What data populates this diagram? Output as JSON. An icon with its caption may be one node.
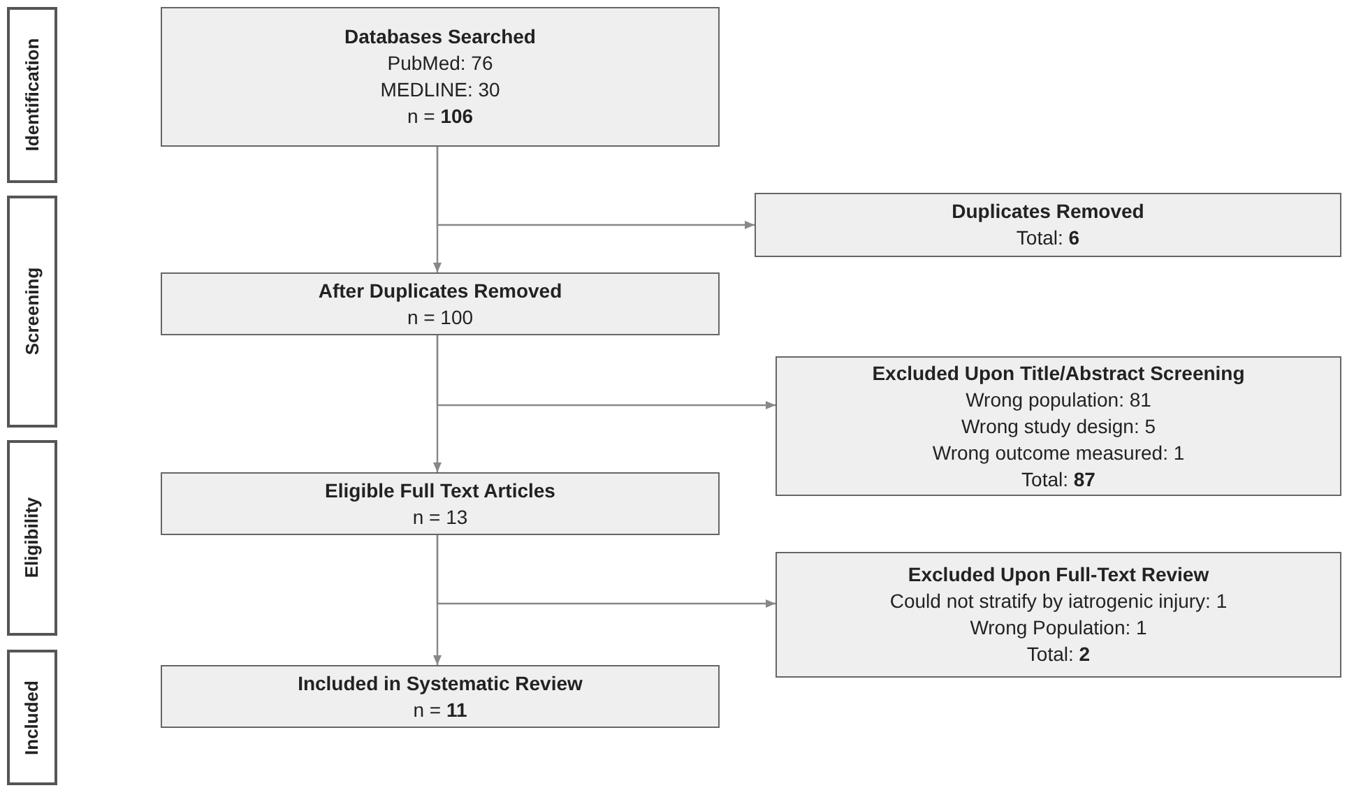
{
  "diagram": {
    "nodes": [
      {
        "text": [
          "Identification"
        ]
      },
      {
        "text": [
          "Screening"
        ]
      },
      {
        "text": [
          "Eligibility"
        ]
      },
      {
        "text": [
          "Included"
        ]
      },
      {
        "text": [
          "Databases Searched",
          "PubMed: 76",
          "MEDLINE: 30",
          "n = **106**"
        ]
      },
      {
        "text": [
          "Duplicates Removed",
          "Total: **6**"
        ]
      },
      {
        "text": [
          "After Duplicates Removed",
          "n = 100"
        ]
      },
      {
        "text": [
          "Excluded Upon Title/Abstract Screening",
          "Wrong population: 81",
          "Wrong study design: 5",
          "Wrong outcome measured: 1",
          "Total: **87**"
        ]
      },
      {
        "text": [
          "Eligible Full Text Articles",
          "n = 13"
        ]
      },
      {
        "text": [
          "Excluded Upon Full-Text Review",
          "Could not stratify by iatrogenic injury: 1",
          "Wrong Population: 1",
          "Total: **2**"
        ]
      },
      {
        "text": [
          "Included in Systematic Review",
          "n = **11**"
        ]
      }
    ],
    "edges": [
      {
        "from": 4,
        "to": 6,
        "arrow": "to"
      },
      {
        "from": 4,
        "to": 5,
        "arrow": "to"
      },
      {
        "from": 6,
        "to": 8,
        "arrow": "to"
      },
      {
        "from": 6,
        "to": 7,
        "arrow": "to"
      },
      {
        "from": 8,
        "to": 10,
        "arrow": "to"
      },
      {
        "from": 8,
        "to": 9,
        "arrow": "to"
      }
    ]
  }
}
